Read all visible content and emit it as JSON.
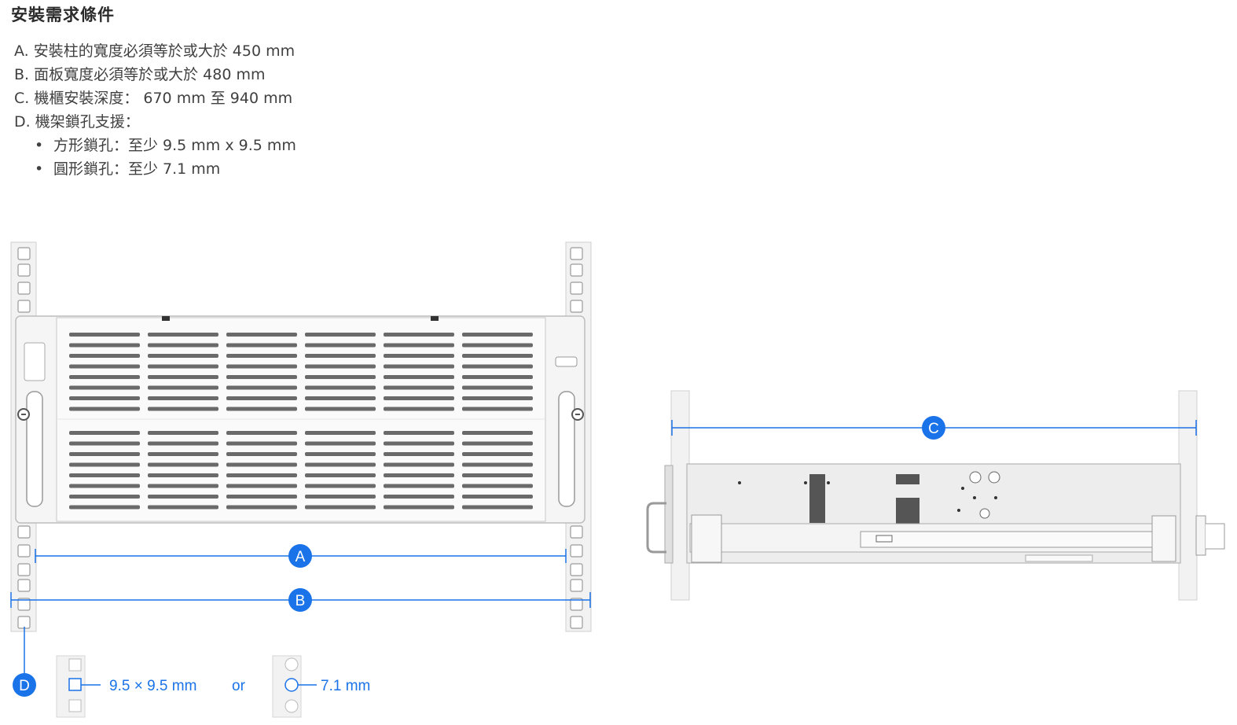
{
  "title": "安裝需求條件",
  "requirements": [
    {
      "label": "A. 安裝柱的寬度必須等於或大於 450 mm"
    },
    {
      "label": "B. 面板寬度必須等於或大於 480 mm"
    },
    {
      "label": "C. 機櫃安裝深度： 670 mm 至 940 mm"
    },
    {
      "label": "D. 機架鎖孔支援："
    }
  ],
  "hole_support": [
    {
      "bullet": "•",
      "label": "方形鎖孔：至少 9.5 mm x 9.5 mm"
    },
    {
      "bullet": "•",
      "label": "圓形鎖孔：至少 7.1 mm"
    }
  ],
  "diagram": {
    "markers": {
      "a": "A",
      "b": "B",
      "c": "C",
      "d": "D"
    },
    "square_hole_label": "9.5 × 9.5 mm",
    "or_label": "or",
    "round_hole_label": "7.1 mm",
    "accent_color": "#1a73e8"
  }
}
